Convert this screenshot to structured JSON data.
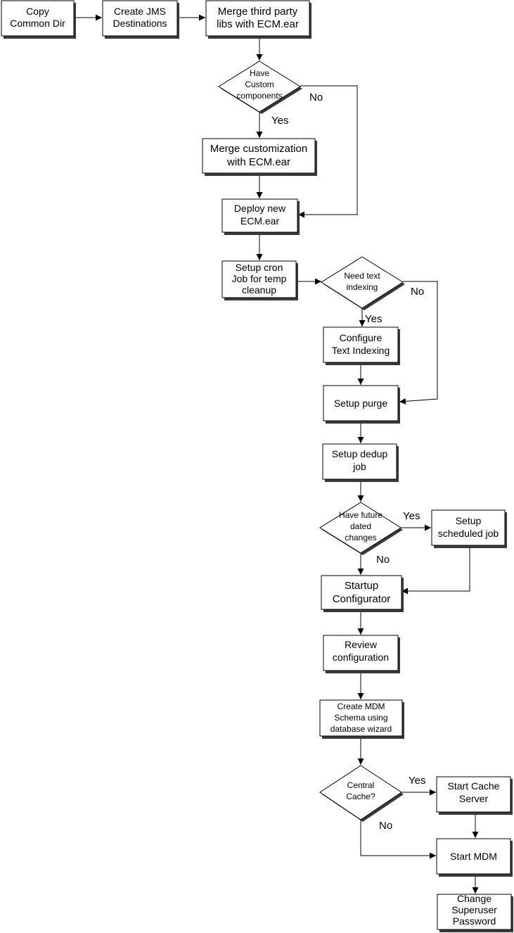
{
  "nodes": {
    "copy_common_dir": [
      "Copy",
      "Common Dir"
    ],
    "create_jms": [
      "Create JMS",
      "Destinations"
    ],
    "merge_third_party": [
      "Merge third party",
      "libs with ECM.ear"
    ],
    "have_custom": [
      "Have",
      "Custom",
      "components"
    ],
    "merge_customization": [
      "Merge customization",
      "with ECM.ear"
    ],
    "deploy_ecm": [
      "Deploy new",
      "ECM.ear"
    ],
    "setup_cron": [
      "Setup cron",
      "Job for temp",
      "cleanup"
    ],
    "need_text_indexing": [
      "Need text",
      "indexing"
    ],
    "configure_text_indexing": [
      "Configure",
      "Text Indexing"
    ],
    "setup_purge": [
      "Setup purge"
    ],
    "setup_dedup": [
      "Setup dedup",
      "job"
    ],
    "have_future": [
      "Have future",
      "dated",
      "changes"
    ],
    "setup_scheduled": [
      "Setup",
      "scheduled job"
    ],
    "startup_configurator": [
      "Startup",
      "Configurator"
    ],
    "review_configuration": [
      "Review",
      "configuration"
    ],
    "create_mdm_schema": [
      "Create MDM",
      "Schema using",
      "database wizard"
    ],
    "central_cache": [
      "Central",
      "Cache?"
    ],
    "start_cache_server": [
      "Start Cache",
      "Server"
    ],
    "start_mdm": [
      "Start MDM"
    ],
    "change_superuser": [
      "Change",
      "Superuser",
      "Password"
    ]
  },
  "edge_labels": {
    "custom_no": "No",
    "custom_yes": "Yes",
    "text_no": "No",
    "text_yes": "Yes",
    "future_yes": "Yes",
    "future_no": "No",
    "cache_yes": "Yes",
    "cache_no": "No"
  }
}
